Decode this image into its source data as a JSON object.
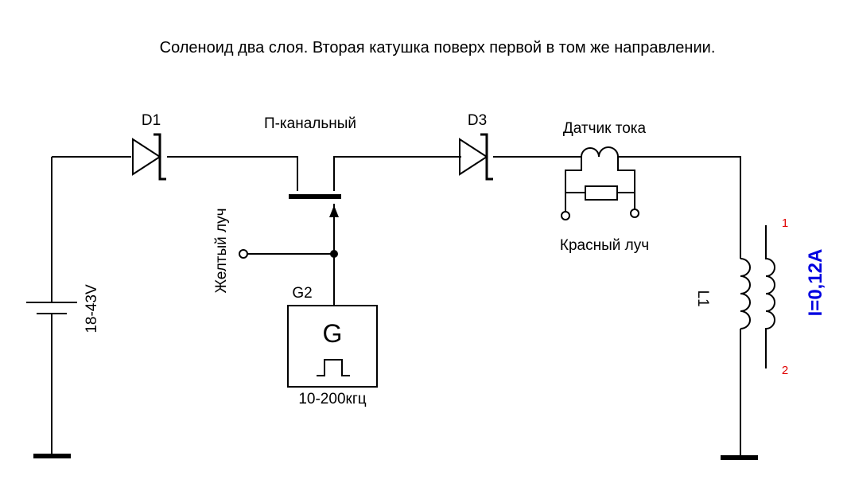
{
  "title": "Соленоид два слоя. Вторая катушка поверх первой в том же направлении.",
  "battery": {
    "label": "18-43V"
  },
  "diode1": {
    "label": "D1"
  },
  "transistor": {
    "label": "П-канальный"
  },
  "diode3": {
    "label": "D3"
  },
  "current_sensor": {
    "label": "Датчик тока"
  },
  "red_probe": {
    "label": "Красный луч",
    "color": "#e00000"
  },
  "yellow_probe": {
    "label": "Желтый луч",
    "color": "#808000"
  },
  "generator": {
    "label": "G2",
    "symbol": "G",
    "frequency": "10-200кгц"
  },
  "inductor": {
    "label": "L1",
    "pin1": "1",
    "pin2": "2",
    "pin_color": "#e00000",
    "current": "I=0,12A",
    "current_color": "#0000e0"
  }
}
